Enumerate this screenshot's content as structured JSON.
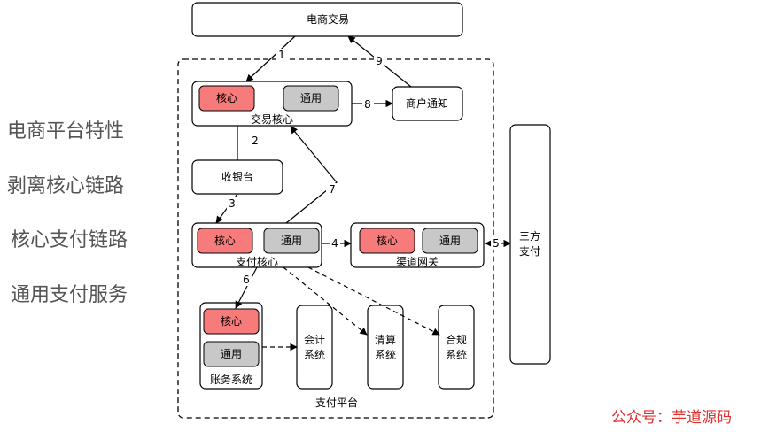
{
  "side_labels": [
    "电商平台特性",
    "剥离核心链路",
    "核心支付链路",
    "通用支付服务"
  ],
  "nodes": {
    "ecommerce": "电商交易",
    "trade_core": "交易核心",
    "merchant_notify": "商户通知",
    "cashier": "收银台",
    "pay_core": "支付核心",
    "channel_gateway": "渠道网关",
    "third_party_line1": "三方",
    "third_party_line2": "支付",
    "account_system": "账务系统",
    "accounting_line1": "会计",
    "accounting_line2": "系统",
    "clearing_line1": "清算",
    "clearing_line2": "系统",
    "compliance_line1": "合规",
    "compliance_line2": "系统",
    "pay_platform": "支付平台"
  },
  "chips": {
    "core": "核心",
    "common": "通用"
  },
  "edges": {
    "e1": "1",
    "e2": "2",
    "e3": "3",
    "e4": "4",
    "e5": "5",
    "e6": "6",
    "e7": "7",
    "e8": "8",
    "e9": "9"
  },
  "watermark": "公众号：芋道源码",
  "colors": {
    "core_fill": "#f77b7b",
    "common_fill": "#c8c8c8",
    "stroke": "#000000",
    "label_gray": "#555555",
    "watermark_red": "#e03030"
  }
}
